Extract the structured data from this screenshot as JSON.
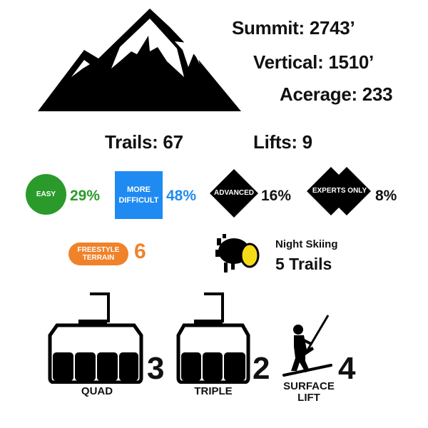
{
  "stats": {
    "summit": "Summit: 2743’",
    "vertical": "Vertical: 1510’",
    "acreage": "Acerage: 233"
  },
  "totals": {
    "trails": "Trails: 67",
    "lifts": "Lifts: 9"
  },
  "difficulty": [
    {
      "label": "EASY",
      "percent": "29%",
      "color": "#2a9a2a"
    },
    {
      "label": "MORE DIFFICULT",
      "percent": "48%",
      "color": "#1f8bf2"
    },
    {
      "label": "ADVANCED",
      "percent": "16%",
      "color": "#000000"
    },
    {
      "label": "EXPERTS ONLY",
      "percent": "8%",
      "color": "#000000"
    }
  ],
  "freestyle": {
    "label": "FREESTYLE TERRAIN",
    "count": "6",
    "color": "#f0822a"
  },
  "night": {
    "title": "Night Skiing",
    "trails": "5 Trails",
    "lamp_color": "#f5dc19"
  },
  "lifts": [
    {
      "label": "QUAD",
      "count": "3",
      "icon": "gondola-icon"
    },
    {
      "label": "TRIPLE",
      "count": "2",
      "icon": "gondola-icon"
    },
    {
      "label": "SURFACE LIFT",
      "count": "4",
      "icon": "skier-icon"
    }
  ]
}
